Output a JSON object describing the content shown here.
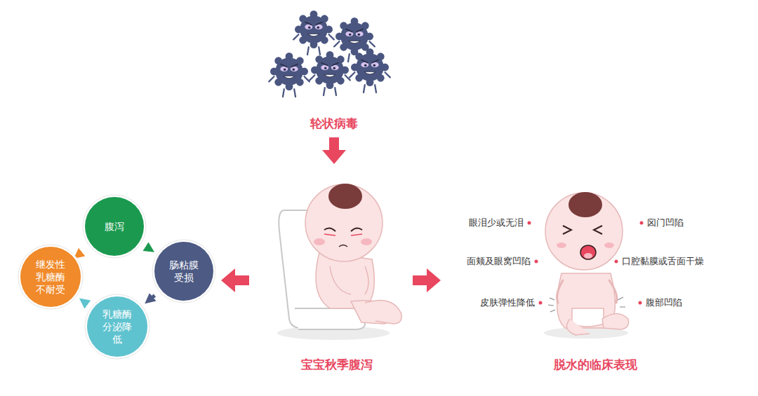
{
  "diagram": {
    "nodes": [
      {
        "text": [
          "腹泻"
        ]
      },
      {
        "text": [
          "肠粘膜受损"
        ]
      },
      {
        "text": [
          "乳糖酶分泌降低"
        ]
      },
      {
        "text": [
          "继发性乳糖酶不耐受"
        ]
      }
    ],
    "edges": [
      {
        "from": 0,
        "to": 1,
        "arrow": "to"
      },
      {
        "from": 1,
        "to": 2,
        "arrow": "to"
      },
      {
        "from": 2,
        "to": 3,
        "arrow": "to"
      },
      {
        "from": 3,
        "to": 0,
        "arrow": "to"
      }
    ],
    "labels": [
      "轮状病毒",
      "眼泪少或无泪",
      "囟门凹陷",
      "面颊及眼窝凹陷",
      "口腔黏膜或舌面干燥",
      "皮肤弹性降低",
      "腹部凹陷",
      "宝宝秋季腹泻",
      "脱水的临床表现"
    ]
  }
}
